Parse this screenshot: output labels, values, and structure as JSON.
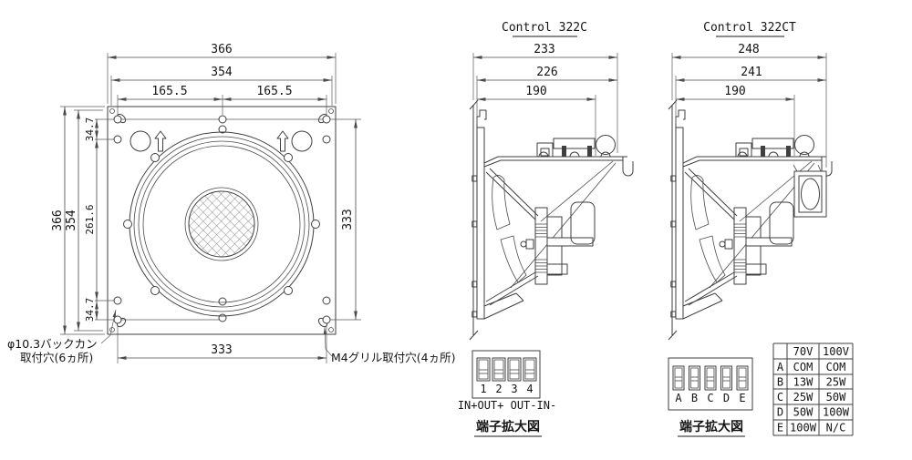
{
  "front": {
    "dim_top_outer": "366",
    "dim_top_inner": "354",
    "dim_hole_left": "165.5",
    "dim_hole_right": "165.5",
    "dim_left_outer": "366",
    "dim_left_inner": "354",
    "dim_offset_top": "34.7",
    "dim_pitch": "261.6",
    "dim_offset_bottom": "34.7",
    "dim_right": "333",
    "dim_bottom": "333",
    "label_backcan_1": "φ10.3バックカン",
    "label_backcan_2": "取付穴(6ヵ所)",
    "label_grille": "M4グリル取付穴(4ヵ所)"
  },
  "side_c": {
    "title": "Control 322C",
    "dim_overall": "233",
    "dim_body": "226",
    "dim_recess": "190"
  },
  "side_ct": {
    "title": "Control 322CT",
    "dim_overall": "248",
    "dim_body": "241",
    "dim_recess": "190"
  },
  "term_c": {
    "p1": "1",
    "p2": "2",
    "p3": "3",
    "p4": "4",
    "wiring": "IN+OUT+ OUT-IN-",
    "caption": "端子拡大図"
  },
  "term_ct": {
    "pA": "A",
    "pB": "B",
    "pC": "C",
    "pD": "D",
    "pE": "E",
    "caption": "端子拡大図"
  },
  "table": {
    "headers": [
      "",
      "70V",
      "100V"
    ],
    "rows": [
      [
        "A",
        "COM",
        "COM"
      ],
      [
        "B",
        "13W",
        "25W"
      ],
      [
        "C",
        "25W",
        "50W"
      ],
      [
        "D",
        "50W",
        "100W"
      ],
      [
        "E",
        "100W",
        "N/C"
      ]
    ]
  },
  "colors": {
    "line": "#3f3f3f",
    "text": "#141414",
    "background": "#ffffff"
  }
}
